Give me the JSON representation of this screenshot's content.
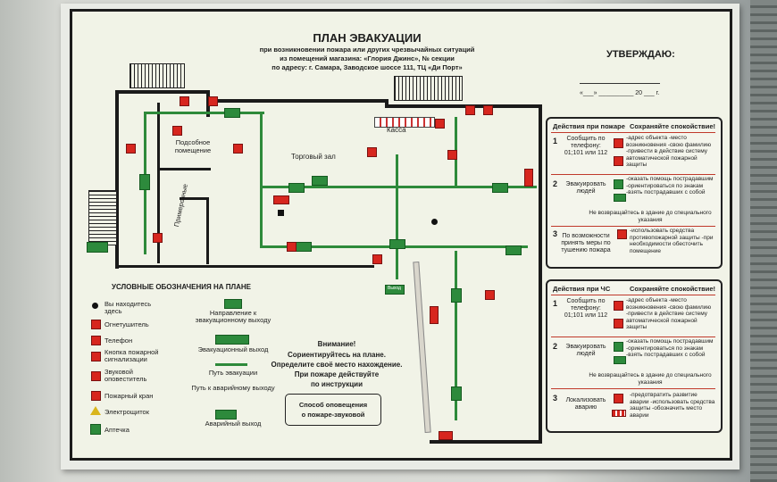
{
  "header": {
    "title": "ПЛАН ЭВАКУАЦИИ",
    "line1": "при возникновении пожара или других чрезвычайных ситуаций",
    "line2": "из помещений магазина: «Глория Джинс», № секции",
    "line3": "по адресу: г. Самара, Заводское шоссе 111, ТЦ «Ди Порт»"
  },
  "approve": {
    "title": "УТВЕРЖДАЮ:",
    "date_line": "«___» __________ 20 ___ г."
  },
  "map": {
    "utility_room": "Подсобное помещение",
    "sales_hall": "Торговый зал",
    "cash": "Касса",
    "fitting_room": "Примерочные",
    "exit": "Выход"
  },
  "notice": {
    "line1": "Внимание!",
    "line2": "Сориентируйтесь на плане.",
    "line3": "Определите своё место нахождение.",
    "line4": "При пожаре действуйте",
    "line5": "по инструкции"
  },
  "alert_box": {
    "line1": "Способ оповещения",
    "line2": "о пожаре-звуковой"
  },
  "legend": {
    "title": "УСЛОВНЫЕ ОБОЗНАЧЕНИЯ НА ПЛАНЕ",
    "items": [
      {
        "label": "Вы находитесь здесь"
      },
      {
        "label": "Огнетушитель"
      },
      {
        "label": "Телефон"
      },
      {
        "label": "Кнопка пожарной сигнализации"
      },
      {
        "label": "Звуковой оповеститель"
      },
      {
        "label": "Пожарный кран"
      },
      {
        "label": "Электрощиток"
      },
      {
        "label": "Аптечка"
      }
    ],
    "items_right": [
      {
        "label": "Направление к эвакуационному выходу"
      },
      {
        "label": "Эвакуационный выход"
      },
      {
        "label": "Путь эвакуации"
      },
      {
        "label": "Путь к аварийному выходу"
      },
      {
        "label": "Аварийный выход"
      }
    ]
  },
  "fire_panel": {
    "title": "Действия при пожаре",
    "subtitle": "Сохраняйте спокойствие!",
    "steps": [
      {
        "num": "1",
        "action": "Сообщить по телефону: 01;101 или 112",
        "details": "-адрес объекта -место возникновения -свою фамилию -привести в действие систему автоматической пожарной защиты"
      },
      {
        "num": "2",
        "action": "Эвакуировать людей",
        "details": "-оказать помощь пострадавшим -ориентироваться по знакам -взять пострадавших с собой",
        "note": "Не возвращайтесь в здание до специального указания"
      },
      {
        "num": "3",
        "action": "По возможности принять меры по тушению пожара",
        "details": "-использовать средства противопожарной защиты -при необходимости обесточить помещение"
      }
    ]
  },
  "emergency_panel": {
    "title": "Действия при ЧС",
    "subtitle": "Сохраняйте спокойствие!",
    "steps": [
      {
        "num": "1",
        "action": "Сообщить по телефону: 01;101 или 112",
        "details": "-адрес объекта -место возникновения -свою фамилию -привести в действие систему автоматической пожарной защиты"
      },
      {
        "num": "2",
        "action": "Эвакуировать людей",
        "details": "-оказать помощь пострадавшим -ориентироваться по знакам -взять пострадавших с собой",
        "note": "Не возвращайтесь в здание до специального указания"
      },
      {
        "num": "3",
        "action": "Локализовать аварию",
        "details": "-предотвратить развитие аварии -использовать средства защиты -обозначить место аварии"
      }
    ]
  },
  "colors": {
    "route": "#2e8a3a",
    "fire_red": "#d7261e",
    "board": "#f1f3e7"
  }
}
